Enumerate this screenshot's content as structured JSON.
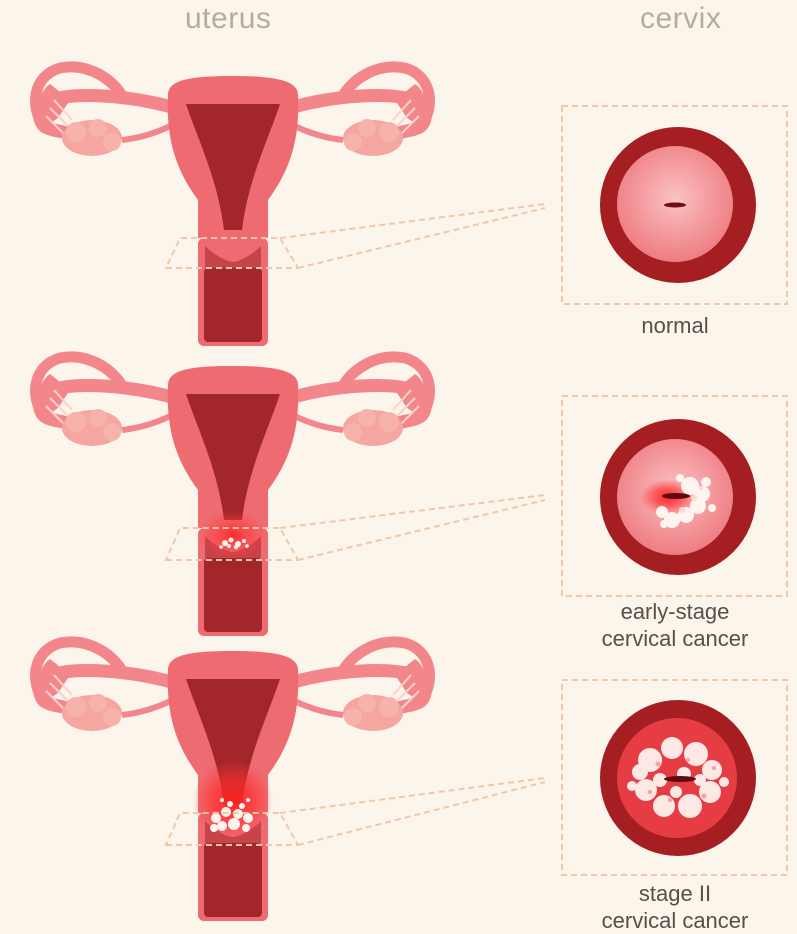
{
  "headers": {
    "uterus": "uterus",
    "cervix": "cervix"
  },
  "stages": [
    {
      "caption_line1": "normal",
      "caption_line2": ""
    },
    {
      "caption_line1": "early-stage",
      "caption_line2": "cervical cancer"
    },
    {
      "caption_line1": "stage II",
      "caption_line2": "cervical cancer"
    }
  ],
  "colors": {
    "background": "#fbf5ec",
    "uterus_outer": "#ee6b72",
    "uterus_inner": "#a3262b",
    "tube": "#f2868b",
    "ovary": "#f6a6a0",
    "cervix_outer": "#a51e22",
    "cervix_inner": "#f08a8f",
    "dashed_box": "#f0c8a8"
  }
}
